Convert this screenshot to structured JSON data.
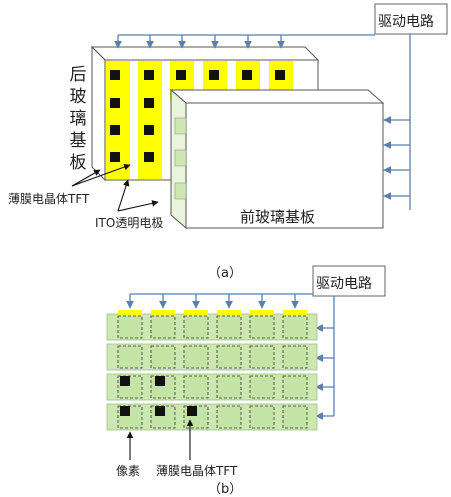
{
  "figure_a": {
    "driver_label": "驱动电路",
    "rear_glass_label": [
      "后",
      "玻",
      "璃",
      "基",
      "板"
    ],
    "front_glass_label": "前玻璃基板",
    "tft_label": "薄膜电晶体TFT",
    "ito_label": "ITO透明电极",
    "caption": "（a）"
  },
  "figure_b": {
    "driver_label": "驱动电路",
    "pixel_label": "像素",
    "tft_label": "薄膜电晶体TFT",
    "caption": "（b）"
  },
  "colors": {
    "yellow": "#ffff00",
    "green": "#cce8b0",
    "blue_line": "#5b7fae",
    "black": "#111111"
  }
}
